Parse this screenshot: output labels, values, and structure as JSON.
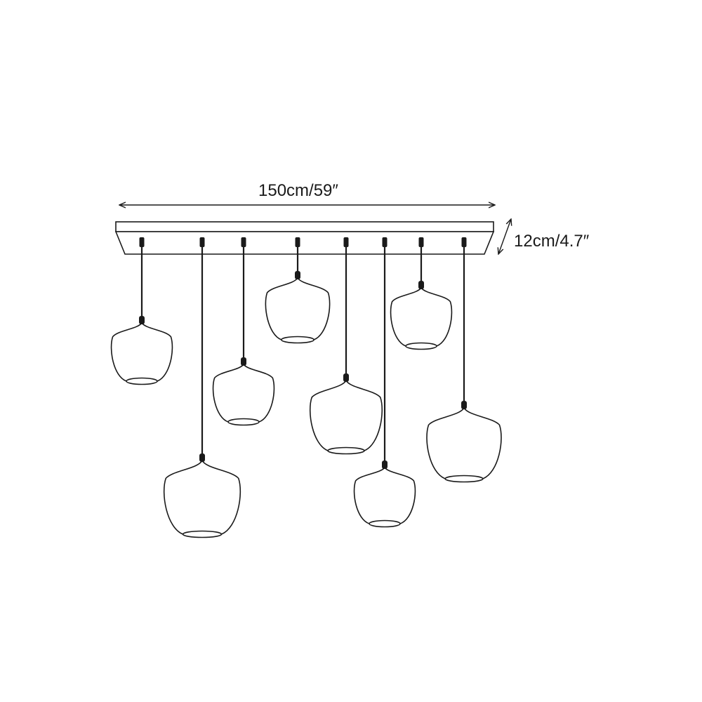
{
  "dimensions": {
    "width_label": "150cm/59″",
    "depth_label": "12cm/4.7″"
  },
  "product": {
    "pendant_count": 8
  },
  "colors": {
    "line": "#1a1a1a",
    "background": "#ffffff"
  }
}
